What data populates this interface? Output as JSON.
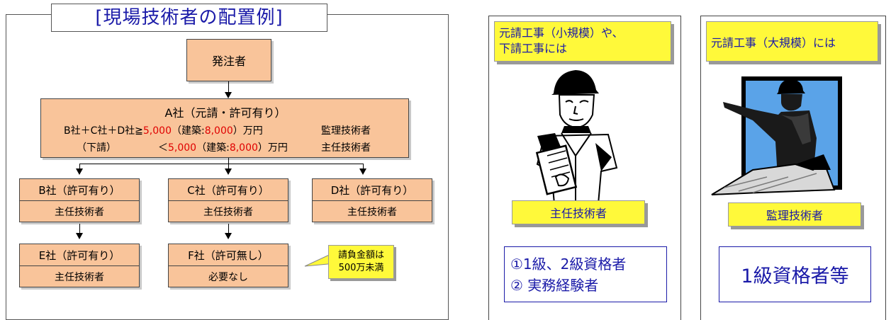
{
  "left": {
    "title": "[現場技術者の配置例]",
    "client": "発注者",
    "main": {
      "name": "A社（元請・許可有り）",
      "row1_prefix": "B社＋C社＋D社≧",
      "row1_red1": "5,000",
      "row1_mid": "（建築:",
      "row1_red2": "8,000",
      "row1_suffix": "）万円",
      "row1_role": "監理技術者",
      "row2_prefix": "（下請）",
      "row2_lt": "＜",
      "row2_red1": "5,000",
      "row2_mid": "（建築:",
      "row2_red2": "8,000",
      "row2_suffix": "）万円",
      "row2_role": "主任技術者"
    },
    "companies": {
      "b": {
        "name": "B社（許可有り）",
        "role": "主任技術者"
      },
      "c": {
        "name": "C社（許可有り）",
        "role": "主任技術者"
      },
      "d": {
        "name": "D社（許可有り）",
        "role": "主任技術者"
      },
      "e": {
        "name": "E社（許可有り）",
        "role": "主任技術者"
      },
      "f": {
        "name": "F社（許可無し）",
        "role": "必要なし"
      }
    },
    "callout": {
      "line1": "請負金額は",
      "line2": "500万未満"
    }
  },
  "panel_small": {
    "heading_line1": "元請工事（小規模）や、",
    "heading_line2": "下請工事には",
    "role": "主任技術者",
    "qual_line1": "①1級、2級資格者",
    "qual_line2": "② 実務経験者"
  },
  "panel_large": {
    "heading": "元請工事（大規模）には",
    "role": "監理技術者",
    "qual": "1級資格者等"
  },
  "colors": {
    "box_fill": "#f9c49a",
    "highlight": "#fff93a",
    "accent_text": "#1a1aa8",
    "red": "#e00000"
  },
  "icons": [
    "worker-clipboard-illustration",
    "worker-pointing-illustration"
  ]
}
